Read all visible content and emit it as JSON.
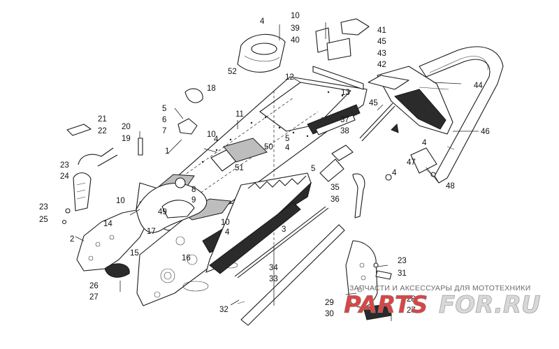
{
  "diagram": {
    "callouts": [
      {
        "id": "c1",
        "text": "1"
      },
      {
        "id": "c2",
        "text": "2"
      },
      {
        "id": "c3",
        "text": "3"
      },
      {
        "id": "c4a",
        "text": "4"
      },
      {
        "id": "c4b",
        "text": "4"
      },
      {
        "id": "c4c",
        "text": "4"
      },
      {
        "id": "c4d",
        "text": "4"
      },
      {
        "id": "c4e",
        "text": "4"
      },
      {
        "id": "c4f",
        "text": "4"
      },
      {
        "id": "c5a",
        "text": "5"
      },
      {
        "id": "c5b",
        "text": "5"
      },
      {
        "id": "c5c",
        "text": "5"
      },
      {
        "id": "c6",
        "text": "6"
      },
      {
        "id": "c7",
        "text": "7"
      },
      {
        "id": "c8",
        "text": "8"
      },
      {
        "id": "c9",
        "text": "9"
      },
      {
        "id": "c10a",
        "text": "10"
      },
      {
        "id": "c10b",
        "text": "10"
      },
      {
        "id": "c10c",
        "text": "10"
      },
      {
        "id": "c10d",
        "text": "10"
      },
      {
        "id": "c11",
        "text": "11"
      },
      {
        "id": "c12",
        "text": "12"
      },
      {
        "id": "c13",
        "text": "13"
      },
      {
        "id": "c14",
        "text": "14"
      },
      {
        "id": "c15",
        "text": "15"
      },
      {
        "id": "c16",
        "text": "16"
      },
      {
        "id": "c17",
        "text": "17"
      },
      {
        "id": "c18",
        "text": "18"
      },
      {
        "id": "c19",
        "text": "19"
      },
      {
        "id": "c20",
        "text": "20"
      },
      {
        "id": "c21",
        "text": "21"
      },
      {
        "id": "c22",
        "text": "22"
      },
      {
        "id": "c23a",
        "text": "23"
      },
      {
        "id": "c23b",
        "text": "23"
      },
      {
        "id": "c23c",
        "text": "23"
      },
      {
        "id": "c24",
        "text": "24"
      },
      {
        "id": "c25",
        "text": "25"
      },
      {
        "id": "c26",
        "text": "26"
      },
      {
        "id": "c27a",
        "text": "27"
      },
      {
        "id": "c27b",
        "text": "27"
      },
      {
        "id": "c28",
        "text": "28"
      },
      {
        "id": "c29",
        "text": "29"
      },
      {
        "id": "c30",
        "text": "30"
      },
      {
        "id": "c31",
        "text": "31"
      },
      {
        "id": "c32",
        "text": "32"
      },
      {
        "id": "c33",
        "text": "33"
      },
      {
        "id": "c34",
        "text": "34"
      },
      {
        "id": "c35",
        "text": "35"
      },
      {
        "id": "c36",
        "text": "36"
      },
      {
        "id": "c37",
        "text": "37"
      },
      {
        "id": "c38",
        "text": "38"
      },
      {
        "id": "c39",
        "text": "39"
      },
      {
        "id": "c40",
        "text": "40"
      },
      {
        "id": "c41",
        "text": "41"
      },
      {
        "id": "c42",
        "text": "42"
      },
      {
        "id": "c43",
        "text": "43"
      },
      {
        "id": "c44",
        "text": "44"
      },
      {
        "id": "c45a",
        "text": "45"
      },
      {
        "id": "c45b",
        "text": "45"
      },
      {
        "id": "c46",
        "text": "46"
      },
      {
        "id": "c47",
        "text": "47"
      },
      {
        "id": "c48",
        "text": "48"
      },
      {
        "id": "c49",
        "text": "49"
      },
      {
        "id": "c50",
        "text": "50"
      },
      {
        "id": "c51",
        "text": "51"
      },
      {
        "id": "c52",
        "text": "52"
      }
    ]
  },
  "watermark": {
    "tagline": "ЗАПЧАСТИ И АКСЕССУАРЫ ДЛЯ МОТОТЕХНИКИ",
    "brand_a": "PARTS",
    "brand_b": "FOR.RU"
  },
  "colors": {
    "line": "#1a1a1a",
    "dark_fill": "#2b2b2b",
    "watermark_red": "#d94545",
    "watermark_grey": "#d8d8d8"
  }
}
